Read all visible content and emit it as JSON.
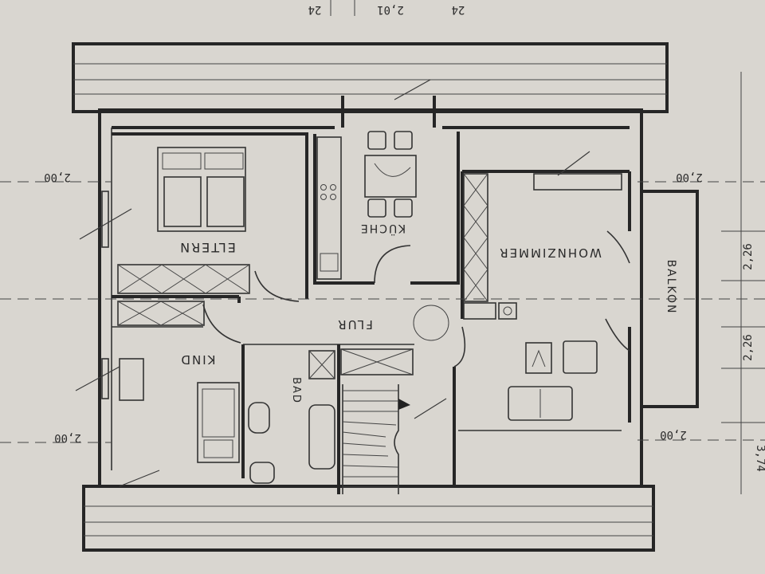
{
  "colors": {
    "paper": "#d9d6d0",
    "ink": "#262626"
  },
  "rooms": {
    "eltern": "ELTERN",
    "kueche": "KÜCHE",
    "wohnzimmer": "WOHNZIMMER",
    "balkon": "BALKON",
    "flur": "FLUR",
    "kind": "KIND",
    "bad": "BAD"
  },
  "dimensions": {
    "top_a": "24",
    "top_b": "2,01",
    "top_c": "24",
    "left_top": "2,00",
    "left_bottom": "2,00",
    "right_top": "2,00",
    "right_bottom": "2,00",
    "side_a": "2,26",
    "side_b": "2,26",
    "side_c": "3,74"
  }
}
